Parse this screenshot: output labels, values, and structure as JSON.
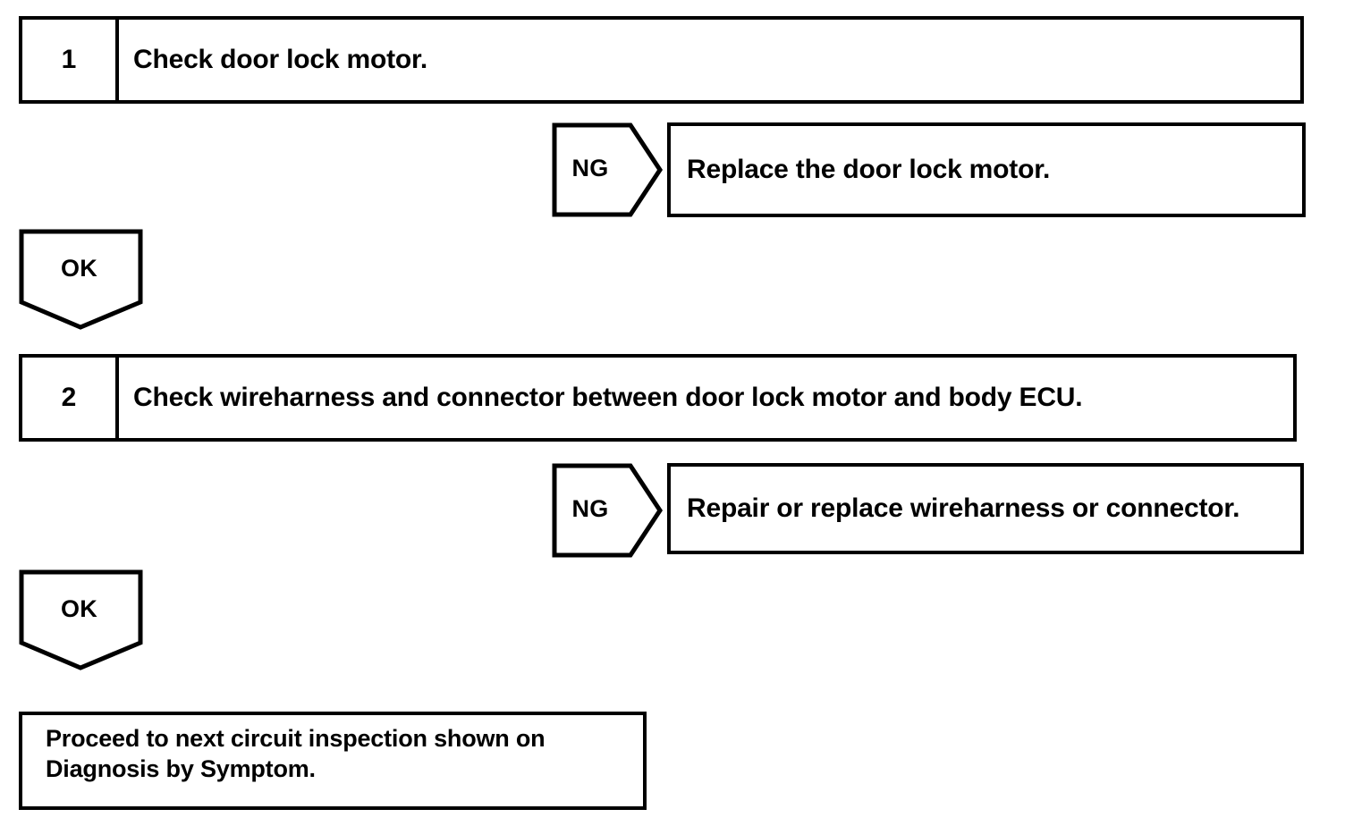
{
  "document": {
    "kind": "troubleshooting-flowchart"
  },
  "steps": [
    {
      "number": "1",
      "text": "Check door lock motor."
    },
    {
      "number": "2",
      "text": "Check wireharness and connector between door lock motor and body ECU."
    }
  ],
  "branches": [
    {
      "label": "NG",
      "result": "Replace the door lock motor."
    },
    {
      "label": "NG",
      "result": "Repair or replace wireharness or connector."
    }
  ],
  "ok_arrows": [
    {
      "label": "OK"
    },
    {
      "label": "OK"
    }
  ],
  "terminal": {
    "line1": "Proceed to next circuit inspection shown on",
    "line2": "Diagnosis by Symptom."
  },
  "colors": {
    "ink": "#000000",
    "paper": "#ffffff"
  }
}
